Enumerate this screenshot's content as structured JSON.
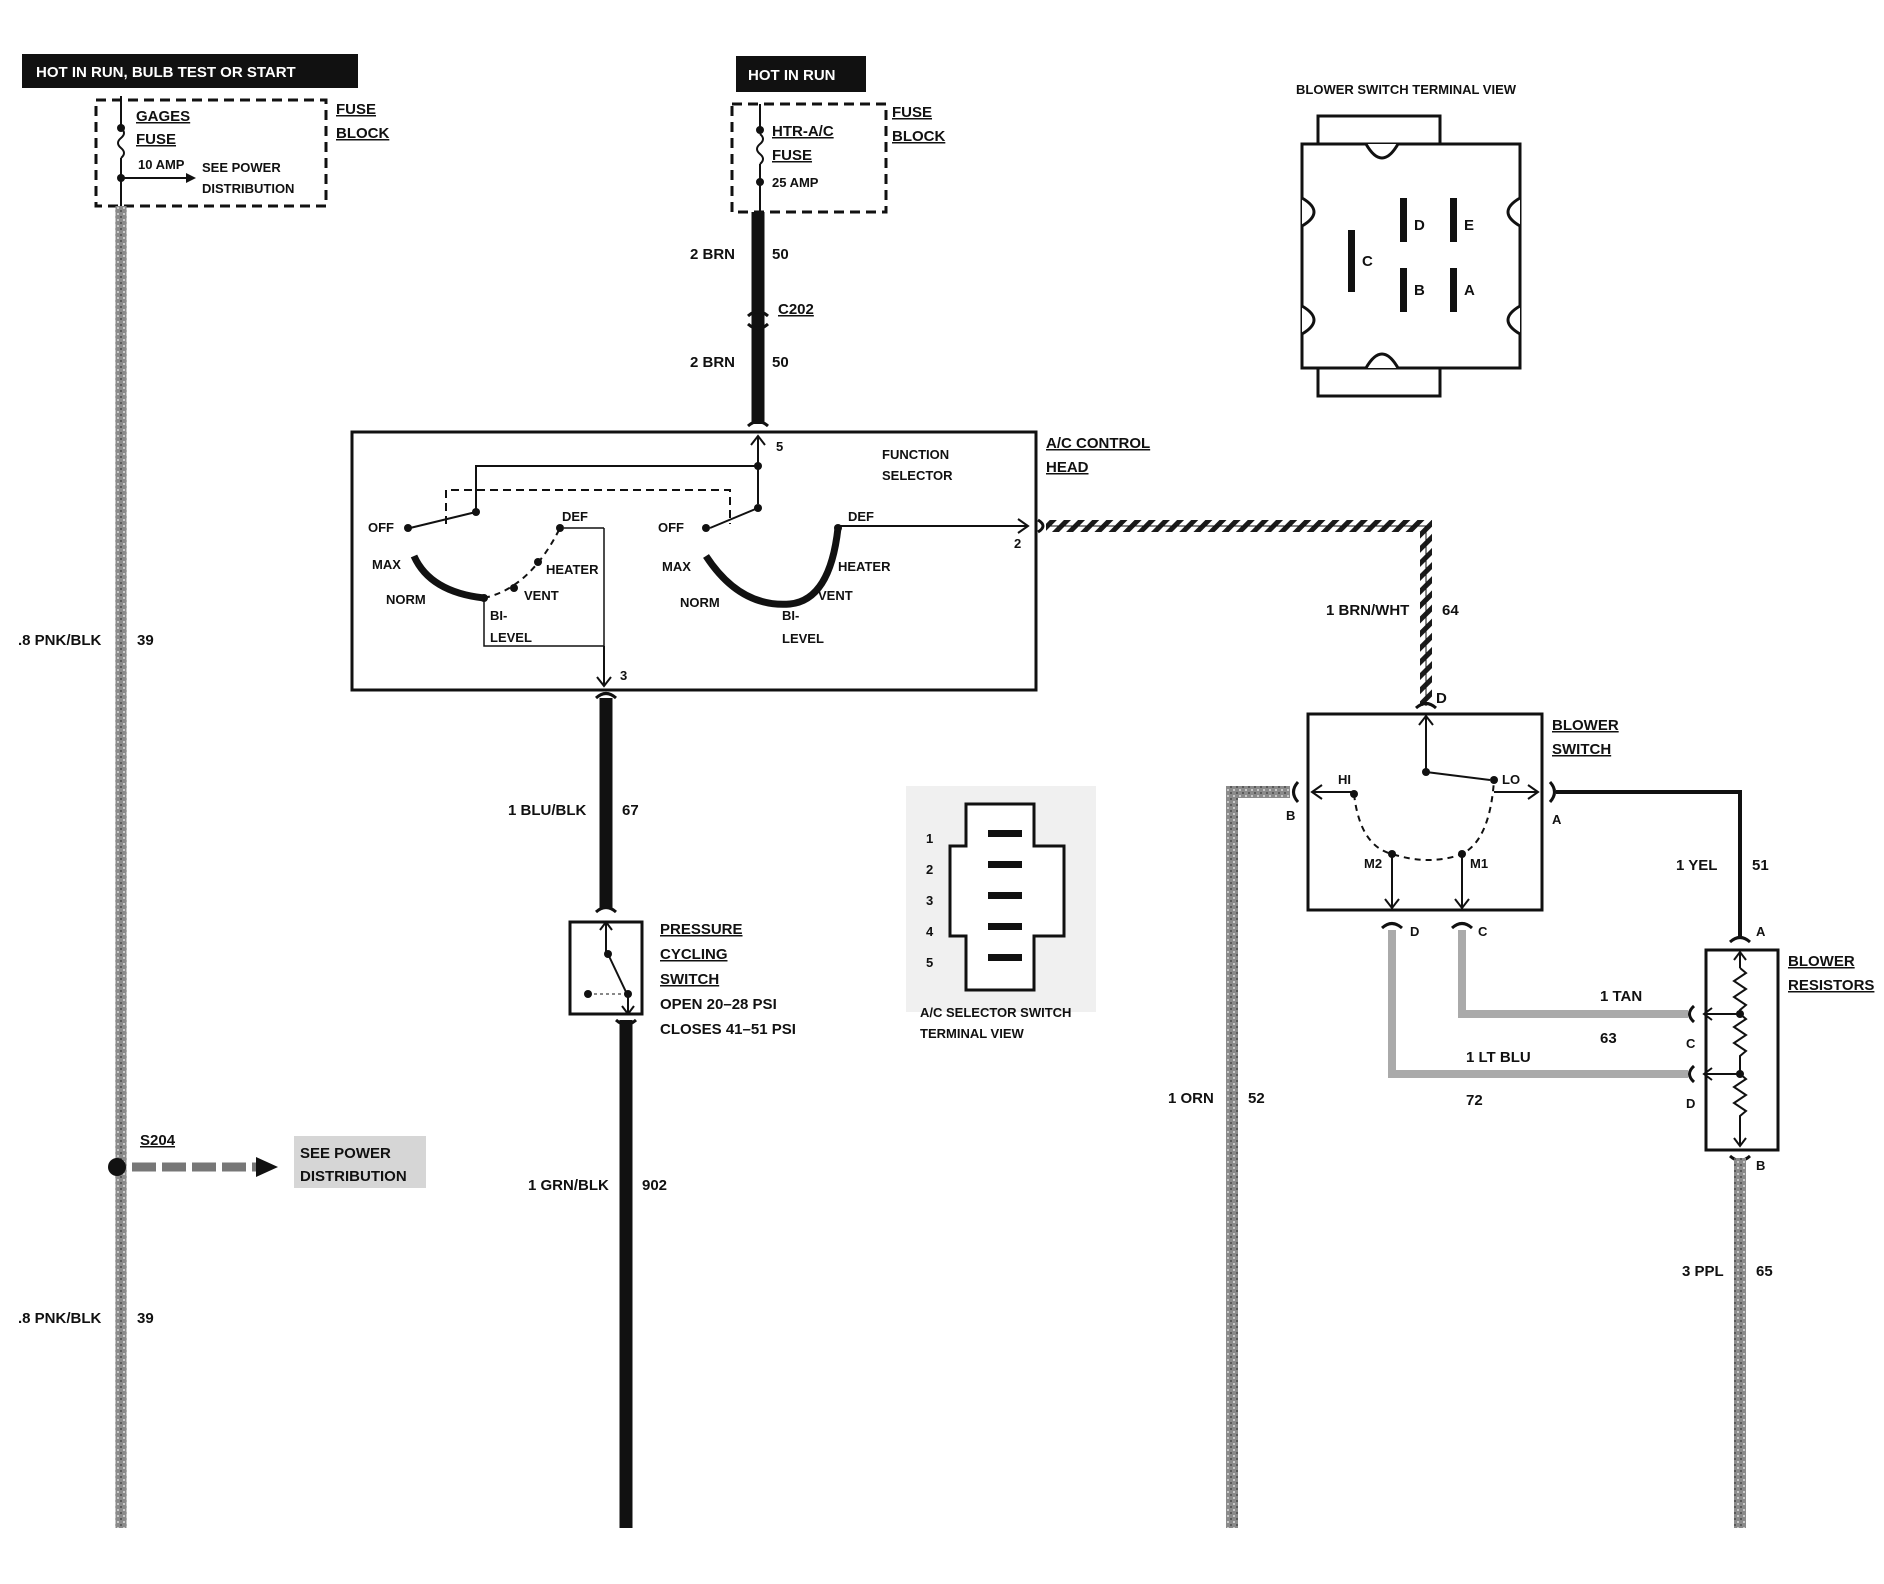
{
  "power": {
    "left_header": "HOT IN RUN,  BULB TEST OR START",
    "mid_header": "HOT IN RUN",
    "left_fuse": {
      "name_line1": "GAGES",
      "name_line2": "FUSE",
      "rating": "10 AMP",
      "note_line1": "SEE POWER",
      "note_line2": "DISTRIBUTION",
      "block_line1": "FUSE",
      "block_line2": "BLOCK"
    },
    "mid_fuse": {
      "name_line1": "HTR-A/C",
      "name_line2": "FUSE",
      "rating": "25 AMP",
      "block_line1": "FUSE",
      "block_line2": "BLOCK"
    }
  },
  "wires": {
    "w39_top": {
      "gauge_color": ".8 PNK/BLK",
      "circuit": "39"
    },
    "w39_bot": {
      "gauge_color": ".8 PNK/BLK",
      "circuit": "39"
    },
    "w50_top": {
      "gauge_color": "2 BRN",
      "circuit": "50"
    },
    "w50_bot": {
      "gauge_color": "2 BRN",
      "circuit": "50"
    },
    "w67": {
      "gauge_color": "1 BLU/BLK",
      "circuit": "67"
    },
    "w902": {
      "gauge_color": "1 GRN/BLK",
      "circuit": "902"
    },
    "w64": {
      "gauge_color": "1 BRN/WHT",
      "circuit": "64"
    },
    "w52": {
      "gauge_color": "1 ORN",
      "circuit": "52"
    },
    "w51": {
      "gauge_color": "1 YEL",
      "circuit": "51"
    },
    "w63": {
      "gauge_color": "1 TAN",
      "circuit": "63"
    },
    "w72": {
      "gauge_color": "1 LT BLU",
      "circuit": "72"
    },
    "w65": {
      "gauge_color": "3 PPL",
      "circuit": "65"
    }
  },
  "connectors": {
    "c202": "C202"
  },
  "splice": {
    "name": "S204",
    "note_line1": "SEE POWER",
    "note_line2": "DISTRIBUTION"
  },
  "control_head": {
    "label_line1": "A/C CONTROL",
    "label_line2": "HEAD",
    "selector_line1": "FUNCTION",
    "selector_line2": "SELECTOR",
    "pin5": "5",
    "pin2": "2",
    "pin3": "3",
    "left_switch": {
      "off": "OFF",
      "max": "MAX",
      "norm": "NORM",
      "bi": "BI-",
      "level": "LEVEL",
      "vent": "VENT",
      "heater": "HEATER",
      "def": "DEF"
    },
    "right_switch": {
      "off": "OFF",
      "max": "MAX",
      "norm": "NORM",
      "bi": "BI-",
      "level": "LEVEL",
      "vent": "VENT",
      "heater": "HEATER",
      "def": "DEF"
    }
  },
  "pressure_switch": {
    "line1": "PRESSURE",
    "line2": "CYCLING",
    "line3": "SWITCH",
    "open": "OPEN 20–28 PSI",
    "close": "CLOSES 41–51 PSI"
  },
  "blower_switch": {
    "label_line1": "BLOWER",
    "label_line2": "SWITCH",
    "hi": "HI",
    "lo": "LO",
    "m1": "M1",
    "m2": "M2",
    "pin_d_top": "D",
    "pin_b": "B",
    "pin_a": "A",
    "pin_d_bot": "D",
    "pin_c_bot": "C"
  },
  "blower_resistors": {
    "label_line1": "BLOWER",
    "label_line2": "RESISTORS",
    "pin_a": "A",
    "pin_c": "C",
    "pin_d": "D",
    "pin_b": "B"
  },
  "blower_terminal_view": {
    "title": "BLOWER SWITCH TERMINAL VIEW",
    "c": "C",
    "d": "D",
    "e": "E",
    "b": "B",
    "a": "A"
  },
  "selector_terminal_view": {
    "title_line1": "A/C SELECTOR SWITCH",
    "title_line2": "TERMINAL VIEW",
    "pins": [
      "1",
      "2",
      "3",
      "4",
      "5"
    ]
  },
  "colors": {
    "wire": "#1a1a1a",
    "gray_wire": "#9a9a9a",
    "header_bg": "#111111",
    "header_fg": "#ffffff"
  }
}
